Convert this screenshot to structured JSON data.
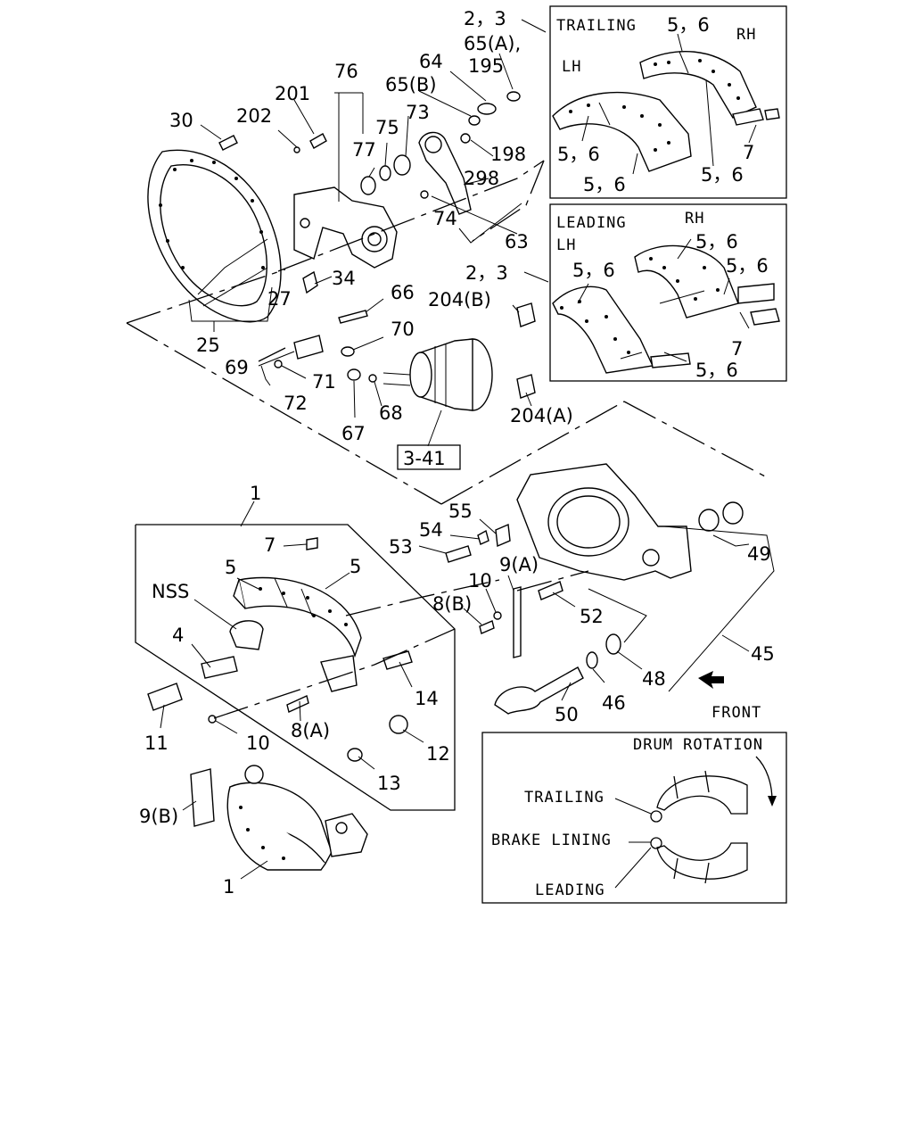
{
  "callouts": {
    "c2_3_top": "2，3",
    "c65a": "65(A),",
    "c195": "195",
    "c64": "64",
    "c65b": "65(B)",
    "c73": "73",
    "c76": "76",
    "c201": "201",
    "c202": "202",
    "c30": "30",
    "c77": "77",
    "c75": "75",
    "c198": "198",
    "c298": "298",
    "c74": "74",
    "c63": "63",
    "c34": "34",
    "c27": "27",
    "c25": "25",
    "c66": "66",
    "c2_3_mid": "2，3",
    "c204b": "204(B)",
    "c70": "70",
    "c69": "69",
    "c71": "71",
    "c72": "72",
    "c67": "67",
    "c68": "68",
    "c204a": "204(A)",
    "c3_41": "3-41",
    "c1_top": "1",
    "c55": "55",
    "c54": "54",
    "c53": "53",
    "c7_mid": "7",
    "c5_left": "5",
    "c5_right": "5",
    "nss": "NSS",
    "c9a": "9(A)",
    "c10_mid": "10",
    "c8b": "8(B)",
    "c52": "52",
    "c49": "49",
    "c4": "4",
    "c14": "14",
    "c11": "11",
    "c8a": "8(A)",
    "c10_low": "10",
    "c12": "12",
    "c13": "13",
    "c9b": "9(B)",
    "c1_bottom": "1",
    "c50": "50",
    "c46": "46",
    "c48": "48",
    "c45": "45",
    "front": "FRONT"
  },
  "trailing_panel": {
    "title": "TRAILING",
    "rh": "RH",
    "lh": "LH",
    "c56_top": "5，6",
    "c56_left": "5，6",
    "c56_bottom": "5，6",
    "c56_right": "5，6",
    "c7": "7"
  },
  "leading_panel": {
    "title": "LEADING",
    "rh": "RH",
    "lh": "LH",
    "c56_rh": "5，6",
    "c56_lh": "5，6",
    "c56_right": "5，6",
    "c56_bottom": "5，6",
    "c7": "7"
  },
  "rotation_panel": {
    "title": "DRUM ROTATION",
    "trailing": "TRAILING",
    "brake_lining": "BRAKE LINING",
    "leading": "LEADING"
  }
}
